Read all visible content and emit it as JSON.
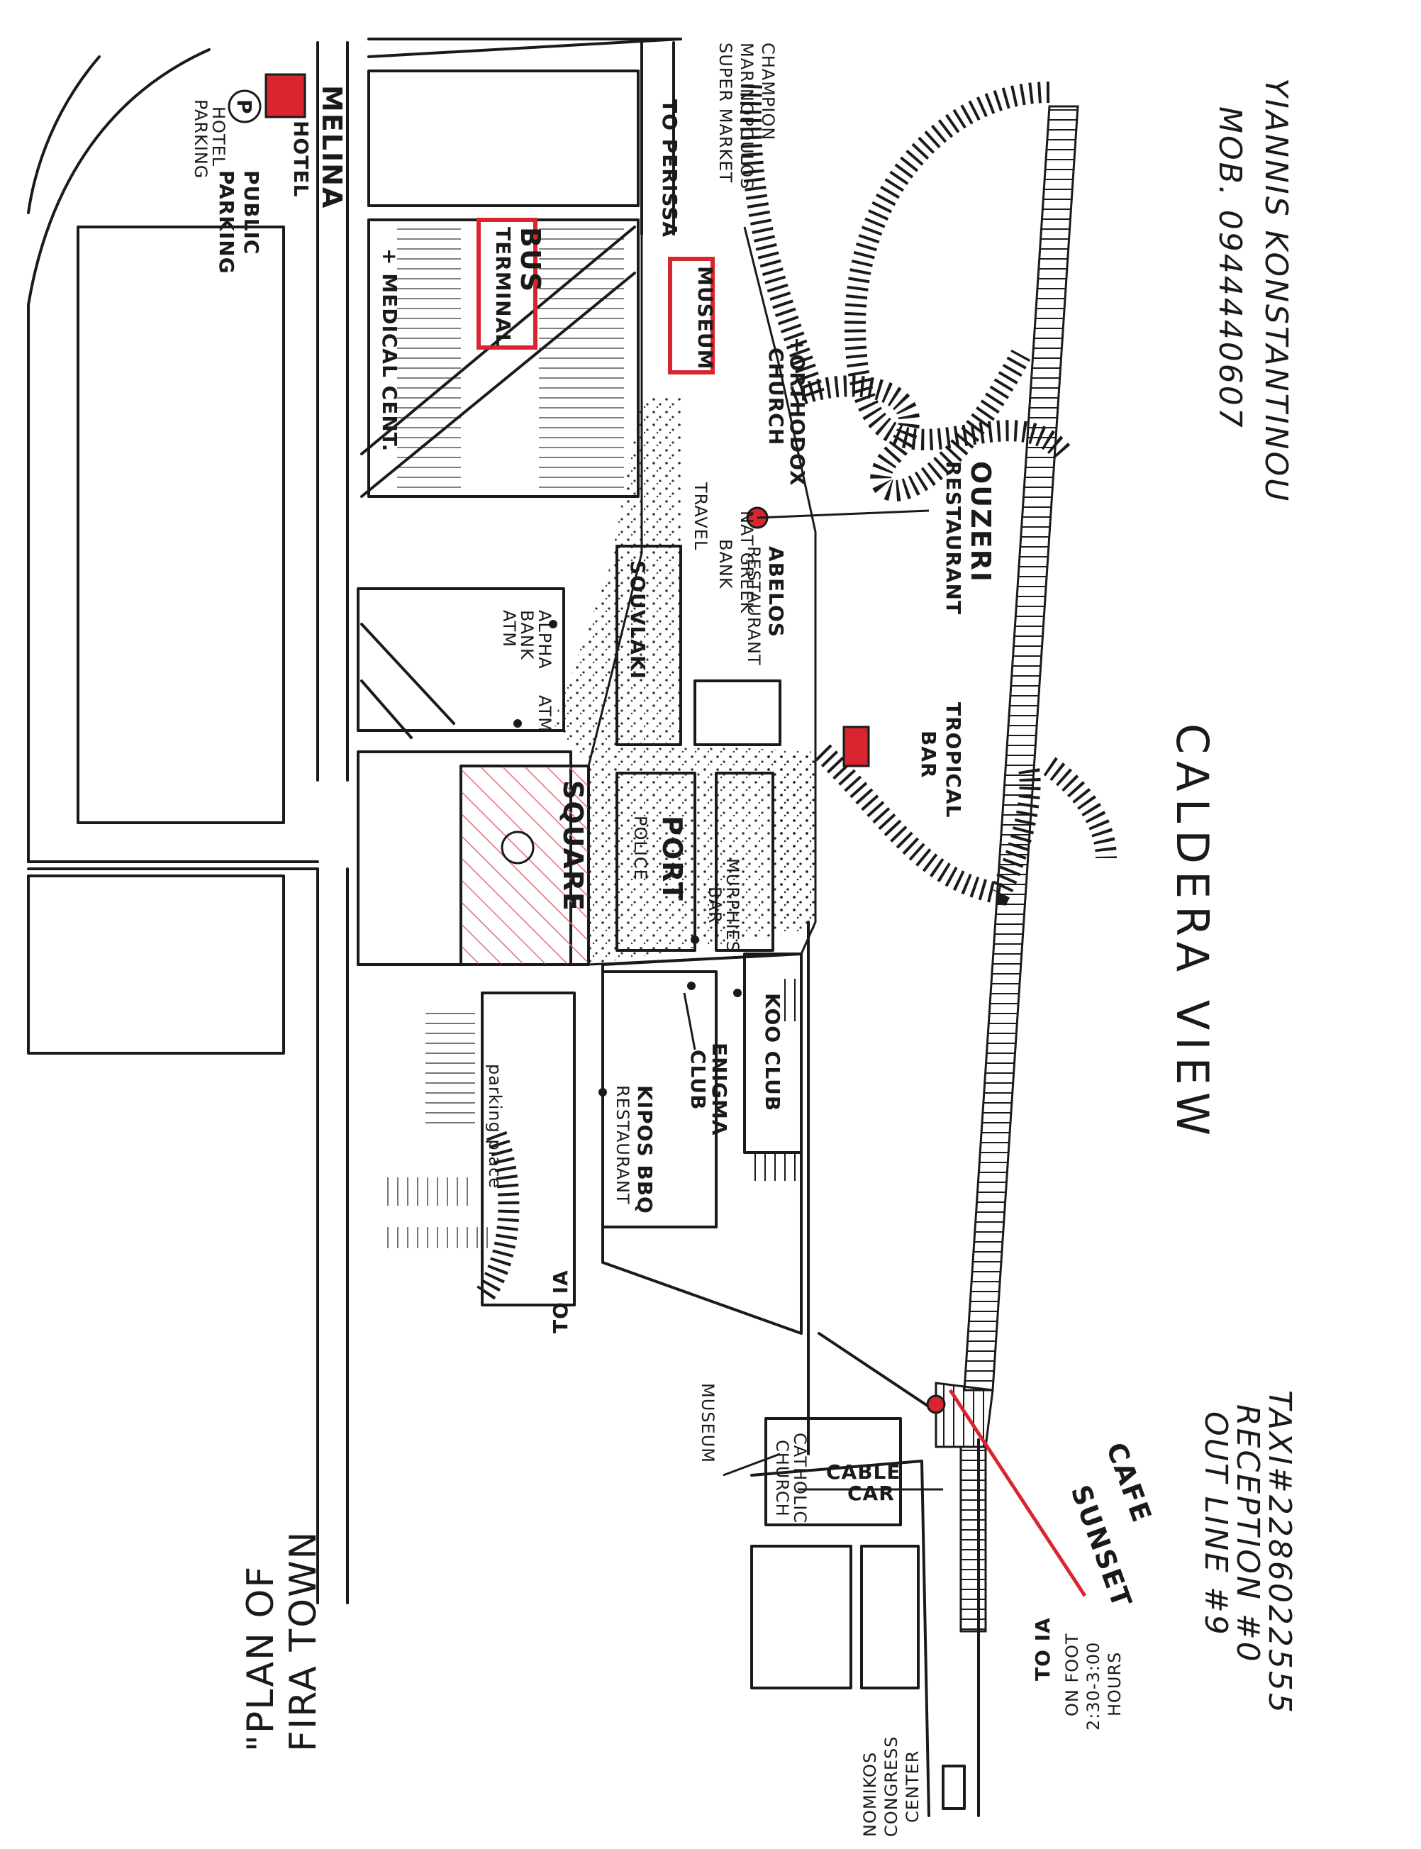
{
  "map": {
    "title": "\"PLAN OF\nFIRA TOWN",
    "title_line1": "\"PLAN OF",
    "title_line2": "FIRA TOWN",
    "contact": {
      "name": "YIANNIS KONSTANTINOU",
      "mobile": "MOB. 0944440607"
    },
    "taxi": {
      "line1": "TAXI#2286022555",
      "line2": "RECEPTION #0",
      "line3": "OUT LINE #9"
    },
    "sea_label": "CALDERA VIEW",
    "colors": {
      "ink": "#1a1a1a",
      "highlight": "#d9252f",
      "hatch": "#e0707a",
      "paper": "#ffffff"
    },
    "labels": {
      "melina_hotel_1": "MELINA",
      "melina_hotel_2": "HOTEL",
      "hotel_parking_1": "HOTEL",
      "hotel_parking_2": "PARKING",
      "public_parking_1": "PUBLIC",
      "public_parking_2": "PARKING",
      "parking_symbol": "P",
      "bus_terminal_1": "BUS",
      "bus_terminal_2": "TERMINAL",
      "medical_center": "+ MEDICAL CENT.",
      "to_perissa": "TO PERISSA",
      "champion_1": "CHAMPION",
      "champion_2": "MARINOPOULOS",
      "champion_3": "SUPER MARKET",
      "museum_top": "MUSEUM",
      "orthodox_church_1": "+ORTHODOX",
      "orthodox_church_2": "CHURCH",
      "ouzeri_1": "OUZERI",
      "ouzeri_2": "RESTAURANT",
      "travel": "TRAVEL",
      "abelos_1": "ABELOS",
      "abelos_2": "RESTAURANT",
      "nat_greek_bank_1": "NAT GREEK",
      "nat_greek_bank_2": "BANK",
      "souvlaki": "SOUVLAKI",
      "alpha_bank_1": "ALPHA",
      "alpha_bank_2": "BANK",
      "alpha_bank_3": "ATM",
      "atm": "ATM",
      "tropical_bar_1": "TROPICAL",
      "tropical_bar_2": "BAR",
      "square": "SQUARE",
      "port_police_1": "PORT",
      "port_police_2": "POLICE",
      "murphies_bar_1": "MURPHIES",
      "murphies_bar_2": "BAR",
      "koo_club": "KOO CLUB",
      "enigma_club_1": "ENIGMA",
      "enigma_club_2": "CLUB",
      "kipos_1": "KIPOS BBQ",
      "kipos_2": "RESTAURANT",
      "parking_place": "parking place",
      "to_ia_road": "TO IA",
      "museum_bottom": "MUSEUM",
      "catholic_church_1": "CATHOLIC",
      "catholic_church_2": "CHURCH",
      "cable_car_1": "CABLE",
      "cable_car_2": "CAR",
      "cafe_sunset_1": "CAFE",
      "cafe_sunset_2": "SUNSET",
      "to_ia_foot_1": "TO IA",
      "to_ia_foot_2": "ON FOOT",
      "to_ia_foot_3": "2:30-3:00",
      "to_ia_foot_4": "HOURS",
      "nomikos_1": "NOMIKOS",
      "nomikos_2": "CONGRESS",
      "nomikos_3": "CENTER"
    }
  }
}
